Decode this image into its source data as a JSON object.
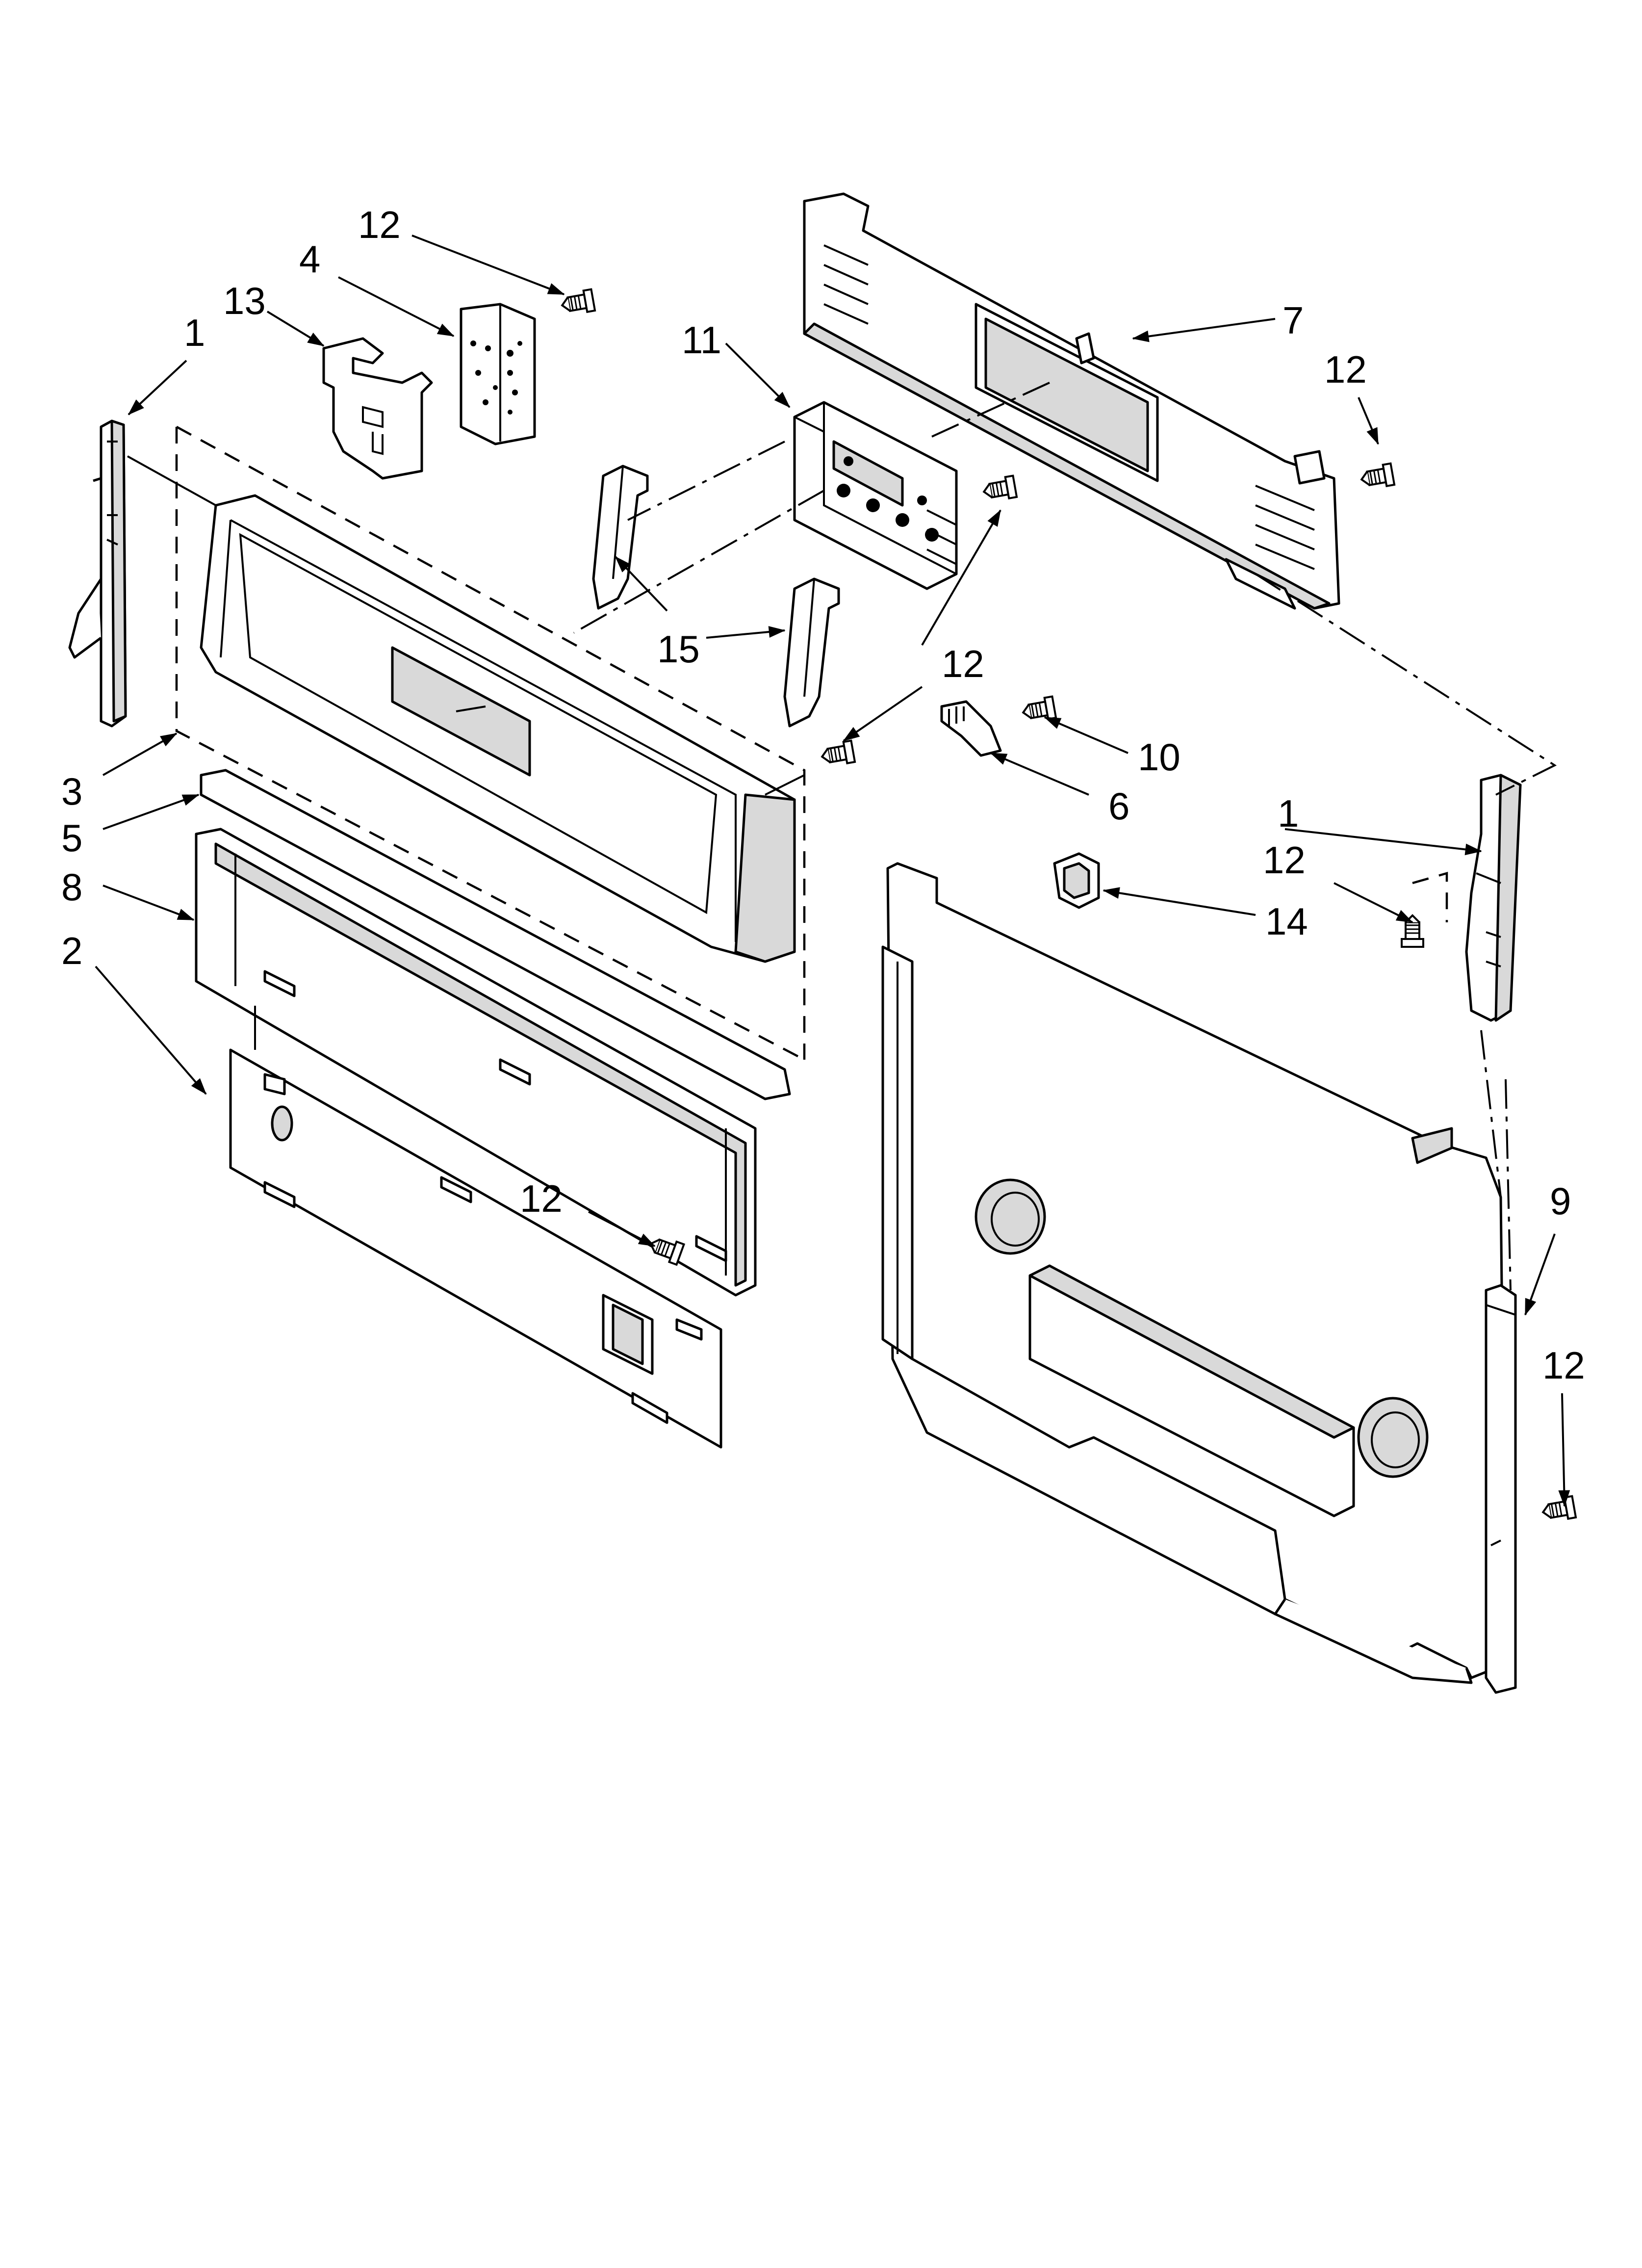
{
  "diagram": {
    "type": "exploded-parts-view",
    "callouts": [
      {
        "id": "c12a",
        "text": "12"
      },
      {
        "id": "c4",
        "text": "4"
      },
      {
        "id": "c13",
        "text": "13"
      },
      {
        "id": "c1a",
        "text": "1"
      },
      {
        "id": "c11",
        "text": "11"
      },
      {
        "id": "c7",
        "text": "7"
      },
      {
        "id": "c12b",
        "text": "12"
      },
      {
        "id": "c15",
        "text": "15"
      },
      {
        "id": "c12c",
        "text": "12"
      },
      {
        "id": "c10",
        "text": "10"
      },
      {
        "id": "c3",
        "text": "3"
      },
      {
        "id": "c6",
        "text": "6"
      },
      {
        "id": "c5",
        "text": "5"
      },
      {
        "id": "c1b",
        "text": "1"
      },
      {
        "id": "c8",
        "text": "8"
      },
      {
        "id": "c12d",
        "text": "12"
      },
      {
        "id": "c14",
        "text": "14"
      },
      {
        "id": "c2",
        "text": "2"
      },
      {
        "id": "c9",
        "text": "9"
      },
      {
        "id": "c12e",
        "text": "12"
      },
      {
        "id": "c12f",
        "text": "12"
      }
    ]
  }
}
